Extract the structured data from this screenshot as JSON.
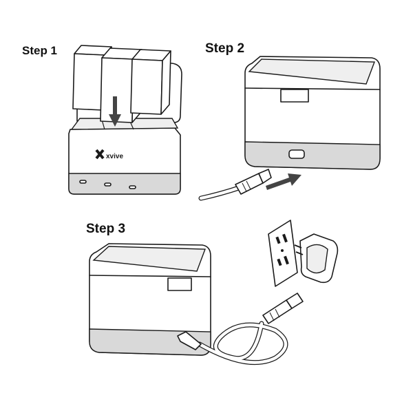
{
  "steps": [
    {
      "label": "Step 1"
    },
    {
      "label": "Step 2"
    },
    {
      "label": "Step 3"
    }
  ],
  "brand_logo_text": "xvive",
  "colors": {
    "line": "#1a1a1a",
    "arrow": "#444444",
    "panel_gray": "#d9d9d9",
    "background": "#ffffff"
  }
}
